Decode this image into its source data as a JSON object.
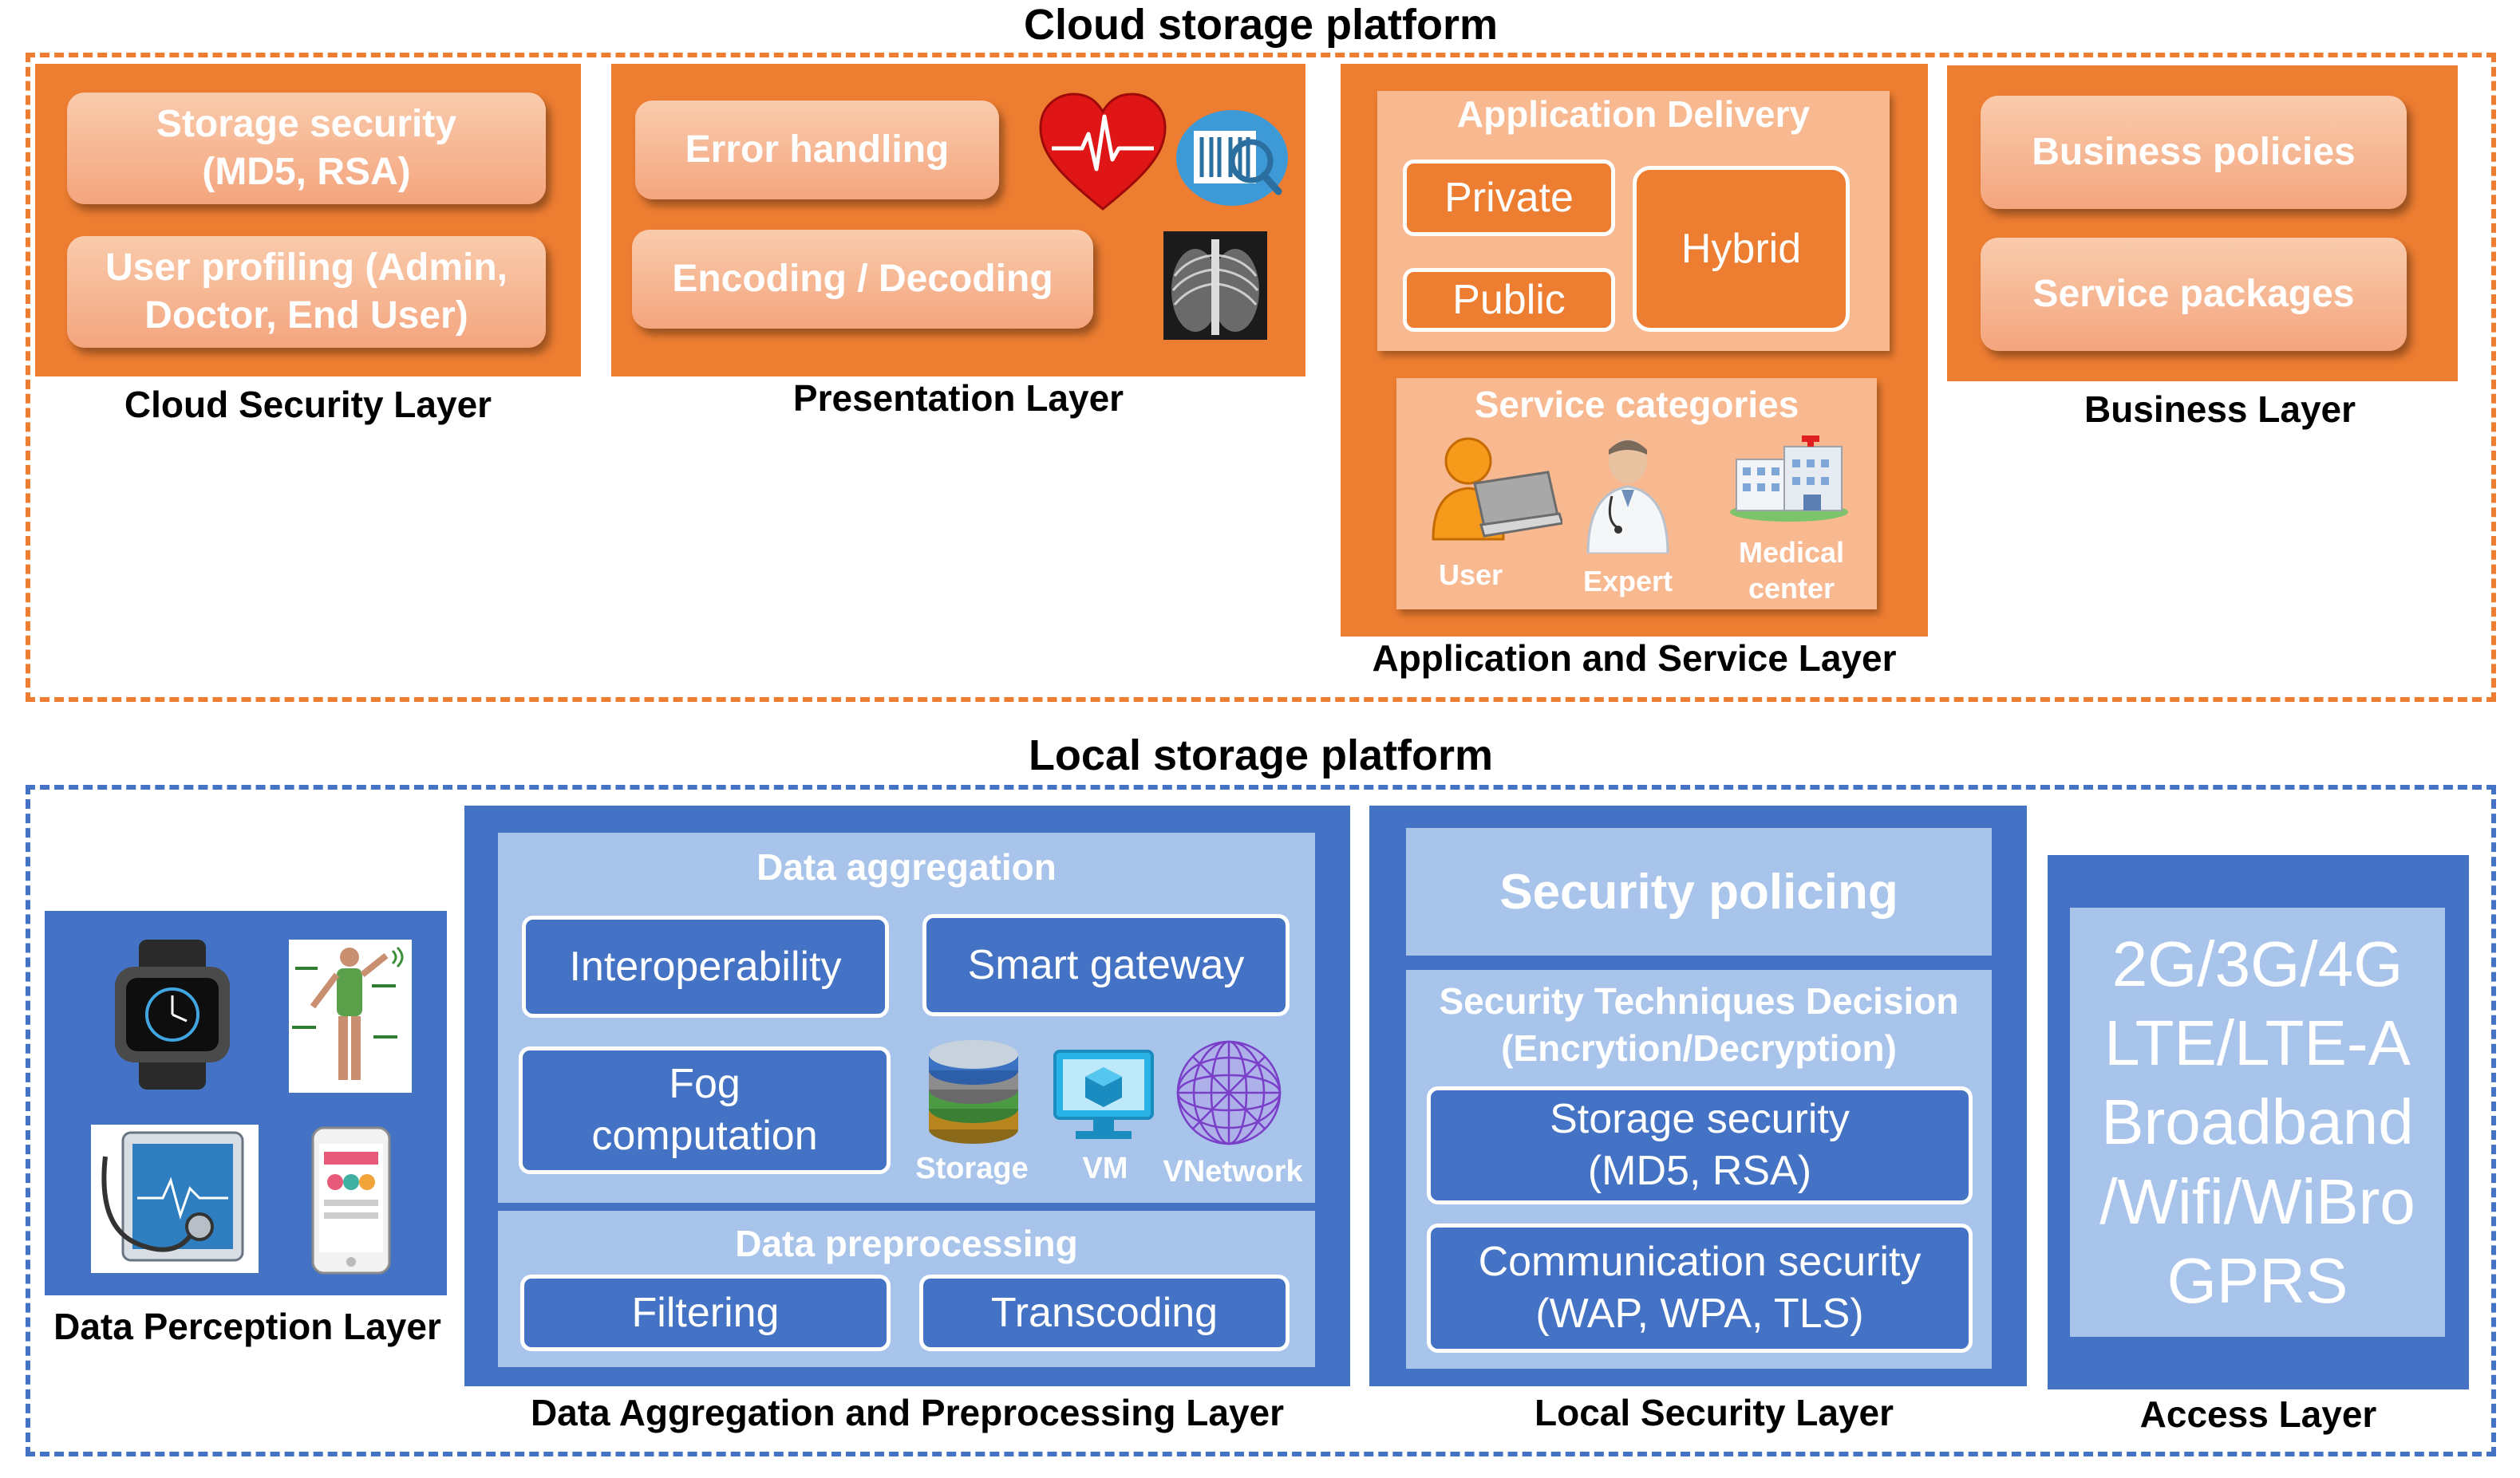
{
  "cloud": {
    "title": "Cloud storage platform",
    "cloud_security_layer": {
      "caption": "Cloud Security Layer",
      "items": [
        "Storage security\n(MD5, RSA)",
        "User profiling (Admin,\nDoctor, End User)"
      ]
    },
    "presentation_layer": {
      "caption": "Presentation Layer",
      "items": [
        "Error handling",
        "Encoding / Decoding"
      ]
    },
    "application_service_layer": {
      "caption": "Application and Service Layer",
      "delivery_title": "Application Delivery",
      "delivery_options": [
        "Private",
        "Public",
        "Hybrid"
      ],
      "categories_title": "Service categories",
      "categories": [
        "User",
        "Expert",
        "Medical\ncenter"
      ]
    },
    "business_layer": {
      "caption": "Business Layer",
      "items": [
        "Business policies",
        "Service packages"
      ]
    }
  },
  "local": {
    "title": "Local storage platform",
    "data_perception_layer": {
      "caption": "Data Perception Layer"
    },
    "aggregation_layer": {
      "caption": "Data Aggregation and Preprocessing Layer",
      "aggregation_title": "Data aggregation",
      "aggregation_items": [
        "Interoperability",
        "Smart gateway",
        "Fog\ncomputation"
      ],
      "resources": [
        "Storage",
        "VM",
        "VNetwork"
      ],
      "preprocessing_title": "Data preprocessing",
      "preprocessing_items": [
        "Filtering",
        "Transcoding"
      ]
    },
    "local_security_layer": {
      "caption": "Local Security Layer",
      "policing": "Security policing",
      "techniques_title": "Security Techniques Decision\n(Encrytion/Decryption)",
      "techniques": [
        "Storage security\n(MD5, RSA)",
        "Communication security\n(WAP, WPA, TLS)"
      ]
    },
    "access_layer": {
      "caption": "Access Layer",
      "technologies": "2G/3G/4G\nLTE/LTE-A\nBroadband\n/Wifi/WiBro\nGPRS"
    }
  },
  "colors": {
    "cloud_accent": "#ED7D31",
    "cloud_light": "#F8B890",
    "local_accent": "#4472C4",
    "local_light": "#A9C4EA"
  },
  "icons": [
    "heart-ecg-icon",
    "barcode-scan-icon",
    "chest-xray-icon",
    "user-laptop-icon",
    "doctor-icon",
    "hospital-icon",
    "smartwatch-icon",
    "body-sensors-icon",
    "tablet-stethoscope-icon",
    "smartphone-icon",
    "database-storage-icon",
    "vm-cube-icon",
    "network-globe-icon"
  ]
}
